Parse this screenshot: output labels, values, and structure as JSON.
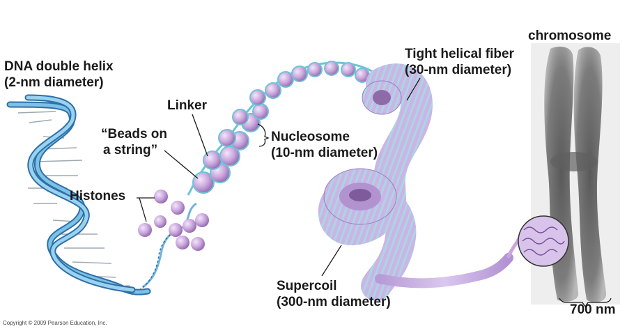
{
  "labels": {
    "helix_line1": "DNA double helix",
    "helix_line2": "(2-nm diameter)",
    "chromosome": "chromosome",
    "tight_line1": "Tight helical fiber",
    "tight_line2": "(30-nm diameter)",
    "linker": "Linker",
    "beads_line1": "“Beads on",
    "beads_line2": "a string”",
    "nucleosome_line1": "Nucleosome",
    "nucleosome_line2": "(10-nm diameter)",
    "histones": "Histones",
    "supercoil_line1": "Supercoil",
    "supercoil_line2": "(300-nm diameter)",
    "scale_700": "700 nm"
  },
  "copyright": "Copyright © 2009 Pearson Education, Inc.",
  "colors": {
    "dna_strand": "#5fa9d6",
    "dna_strand_dark": "#2f6fa8",
    "bead": "#c9a6dc",
    "bead_dark": "#9b72b8",
    "fiber": "#c6aee0",
    "fiber_stripe": "#8fd0dc",
    "chromosome": "#6b6b6b"
  },
  "icons": [
    "dna-helix-icon",
    "histone-bead-icon",
    "nucleosome-icon",
    "helical-fiber-icon",
    "supercoil-icon",
    "chromosome-icon",
    "magnifier-circle-icon"
  ]
}
